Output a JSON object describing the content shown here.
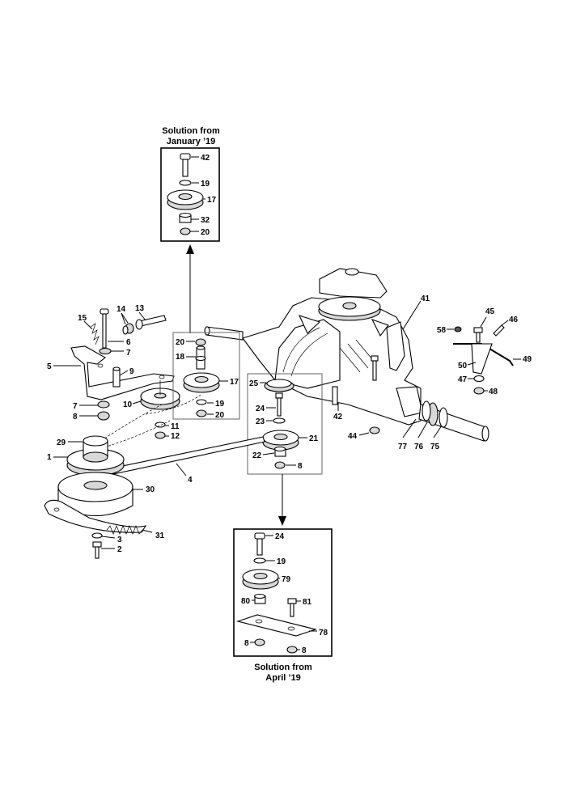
{
  "insets": {
    "january": {
      "caption_line1": "Solution from",
      "caption_line2": "January ’19"
    },
    "april": {
      "caption_line1": "Solution from",
      "caption_line2": "April ’19"
    }
  },
  "labels": {
    "jan_42": "42",
    "jan_19": "19",
    "jan_17": "17",
    "jan_32": "32",
    "jan_20": "20",
    "l41": "41",
    "l45": "45",
    "l46": "46",
    "l58": "58",
    "l49": "49",
    "l50": "50",
    "l47": "47",
    "l48": "48",
    "l13": "13",
    "l14": "14",
    "l15": "15",
    "l6": "6",
    "l7a": "7",
    "l5": "5",
    "l9": "9",
    "l7b": "7",
    "l8a": "8",
    "l10": "10",
    "g20a": "20",
    "g18": "18",
    "g17": "17",
    "g19": "19",
    "g20b": "20",
    "l11": "11",
    "l12": "12",
    "g25": "25",
    "g24": "24",
    "g23": "23",
    "g21": "21",
    "g22": "22",
    "g8": "8",
    "l42": "42",
    "l44": "44",
    "l77": "77",
    "l76": "76",
    "l75": "75",
    "l29": "29",
    "l1": "1",
    "l4": "4",
    "l30": "30",
    "l31": "31",
    "l3": "3",
    "l2": "2",
    "apr_24": "24",
    "apr_19": "19",
    "apr_79": "79",
    "apr_80": "80",
    "apr_81": "81",
    "apr_78": "78",
    "apr_8a": "8",
    "apr_8b": "8"
  }
}
